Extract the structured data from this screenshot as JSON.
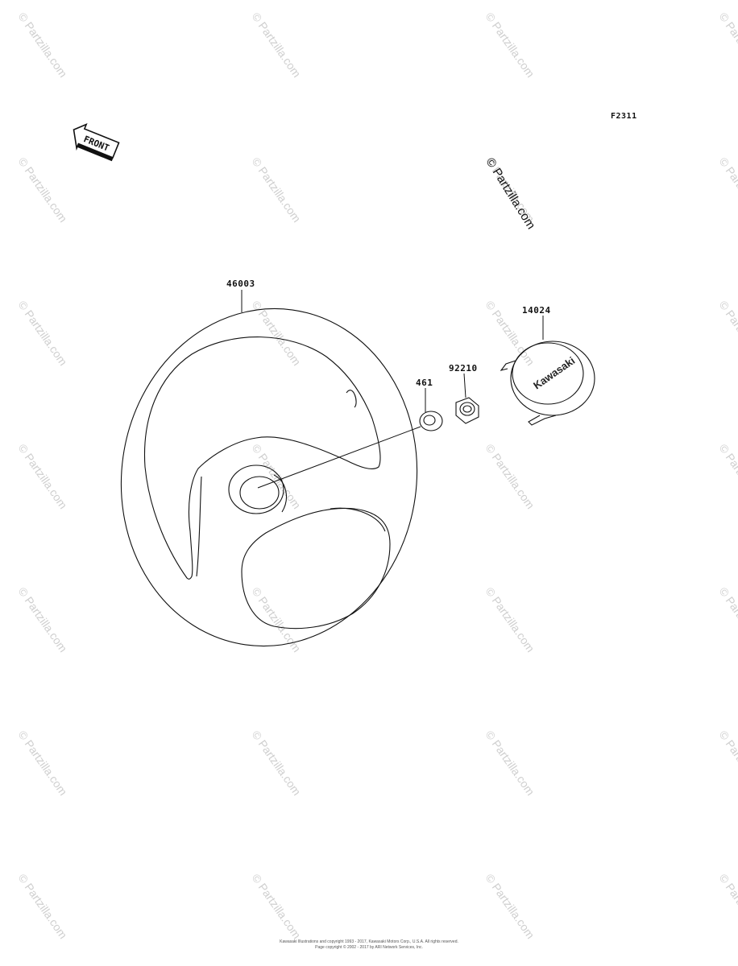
{
  "figure_code": "F2311",
  "front_marker": {
    "label": "FRONT",
    "icon": "front-arrow-icon"
  },
  "callouts": [
    {
      "part": "46003",
      "item": "steering-wheel"
    },
    {
      "part": "14024",
      "item": "center-cap"
    },
    {
      "part": "92210",
      "item": "nut"
    },
    {
      "part": "461",
      "item": "washer"
    }
  ],
  "cap_logo_text": "Kawasaki",
  "watermark": {
    "text": "© Partzilla.com",
    "featured_text": "© Partzilla.com"
  },
  "footer": {
    "line1": "Kawasaki Illustrations and copyright 1993 - 2017, Kawasaki Motors Corp., U.S.A. All rights reserved.",
    "line2": "Page copyright © 2002 - 2017 by ARI Network Services, Inc."
  }
}
